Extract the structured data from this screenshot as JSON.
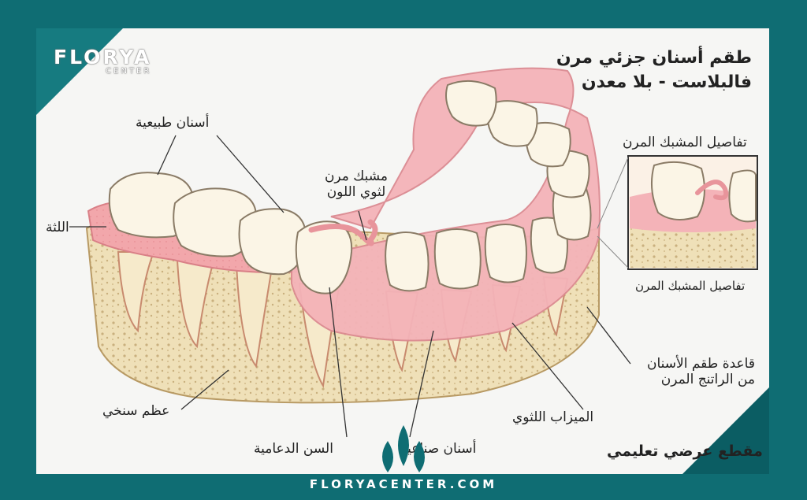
{
  "brand": {
    "logo_main": "FLORYA",
    "logo_sub": "CENTER",
    "footer_url": "FLORYACENTER.COM"
  },
  "title": {
    "line1": "طقم أسنان جزئي مرن",
    "line2": "فالبلاست - بلا معدن"
  },
  "labels": {
    "natural_teeth": "أسنان طبيعية",
    "gum": "اللثة",
    "clasp_line1": "مشبك مرن",
    "clasp_line2": "لثوي اللون",
    "clasp_details_top": "تفاصيل المشبك المرن",
    "clasp_details_bottom": "تفاصيل المشبك المرن",
    "base_line1": "قاعدة طقم الأسنان",
    "base_line2": "من الراتنج المرن",
    "gingival_groove": "الميزاب اللثوي",
    "artificial_teeth": "أسنان صناعية",
    "abutment_tooth": "السن الدعامية",
    "spongy_bone": "عظم سنخي",
    "section_note": "مقطع عرضي تعليمي"
  },
  "colors": {
    "frame": "#0f6d73",
    "gum": "#f2a7ab",
    "denture_base": "#f4b3b8",
    "bone": "#efe0b8",
    "tooth": "#fbf5e6",
    "label": "#222222"
  }
}
